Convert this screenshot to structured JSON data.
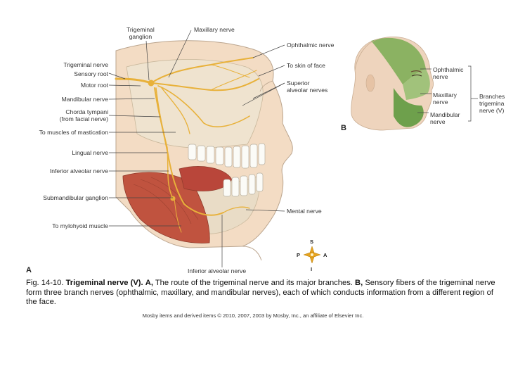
{
  "labels": {
    "trigeminal_ganglion": [
      "Trigeminal",
      "ganglion"
    ],
    "maxillary_nerve": "Maxillary nerve",
    "ophthalmic_nerve": "Ophthalmic nerve",
    "to_skin_of_face": "To skin of face",
    "superior_alveolar": [
      "Superior",
      "alveolar nerves"
    ],
    "trigeminal_nerve": "Trigeminal nerve",
    "sensory_root": "Sensory root",
    "motor_root": "Motor root",
    "mandibular_nerve": "Mandibular nerve",
    "chorda_tympani": [
      "Chorda tympani",
      "(from facial nerve)"
    ],
    "to_muscles_mastication": "To muscles of mastication",
    "lingual_nerve": "Lingual nerve",
    "inferior_alveolar_left": "Inferior alveolar nerve",
    "submandibular_ganglion": "Submandibular ganglion",
    "to_mylohyoid": "To mylohyoid muscle",
    "mental_nerve": "Mental nerve",
    "inferior_alveolar_bottom": "Inferior alveolar nerve",
    "head_ophthalmic": [
      "Ophthalmic",
      "nerve"
    ],
    "head_maxillary": [
      "Maxillary",
      "nerve"
    ],
    "head_mandibular": [
      "Mandibular",
      "nerve"
    ],
    "branches": [
      "Branches",
      "trigemina",
      "nerve (V)"
    ]
  },
  "panels": {
    "a": "A",
    "b": "B"
  },
  "compass": {
    "s": "S",
    "p": "P",
    "a": "A",
    "i": "I"
  },
  "caption": {
    "prefix": "Fig. 14-10. ",
    "bold1": "Trigeminal nerve (V).",
    "part_a": " ",
    "bold_a": "A,",
    "text_a": " The route of the trigeminal nerve and its major branches. ",
    "bold_b": "B,",
    "text_b": " Sensory fibers of the trigeminal nerve form three branch nerves (ophthalmic, maxillary, and mandibular nerves), each of which conducts information from a different region of the face."
  },
  "credit": "Mosby items and derived items © 2010, 2007, 2003 by Mosby, Inc., an affiliate of Elsevier Inc.",
  "colors": {
    "nerve": "#e8b13a",
    "muscle": "#c0533f",
    "skin": "#f3dcc4",
    "bone": "#efe3cf",
    "green": "#7fae58"
  }
}
